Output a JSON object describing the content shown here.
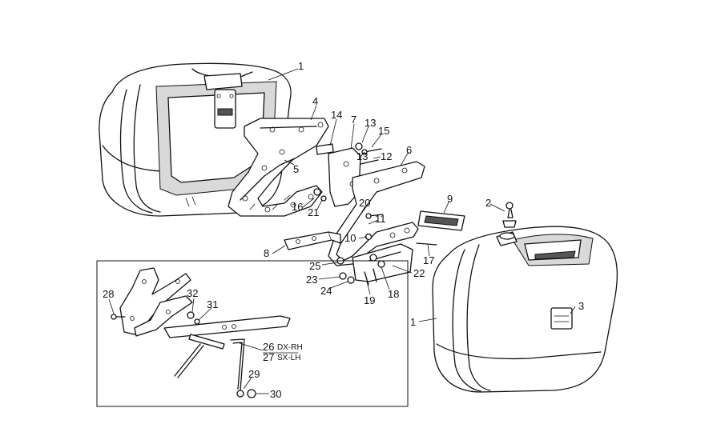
{
  "callouts": {
    "c1_top": "1",
    "c1_bottom": "1",
    "c2": "2",
    "c3": "3",
    "c4": "4",
    "c5": "5",
    "c6": "6",
    "c7": "7",
    "c8": "8",
    "c9": "9",
    "c10": "10",
    "c11": "11",
    "c12": "12",
    "c13_a": "13",
    "c13_b": "13",
    "c14": "14",
    "c15": "15",
    "c16": "16",
    "c17": "17",
    "c18": "18",
    "c19": "19",
    "c20": "20",
    "c21": "21",
    "c22": "22",
    "c23": "23",
    "c24": "24",
    "c25": "25",
    "c26": "26",
    "c26_note": "DX-RH",
    "c27": "27",
    "c27_note": "SX-LH",
    "c28": "28",
    "c29": "29",
    "c30": "30",
    "c31": "31",
    "c32": "32"
  }
}
